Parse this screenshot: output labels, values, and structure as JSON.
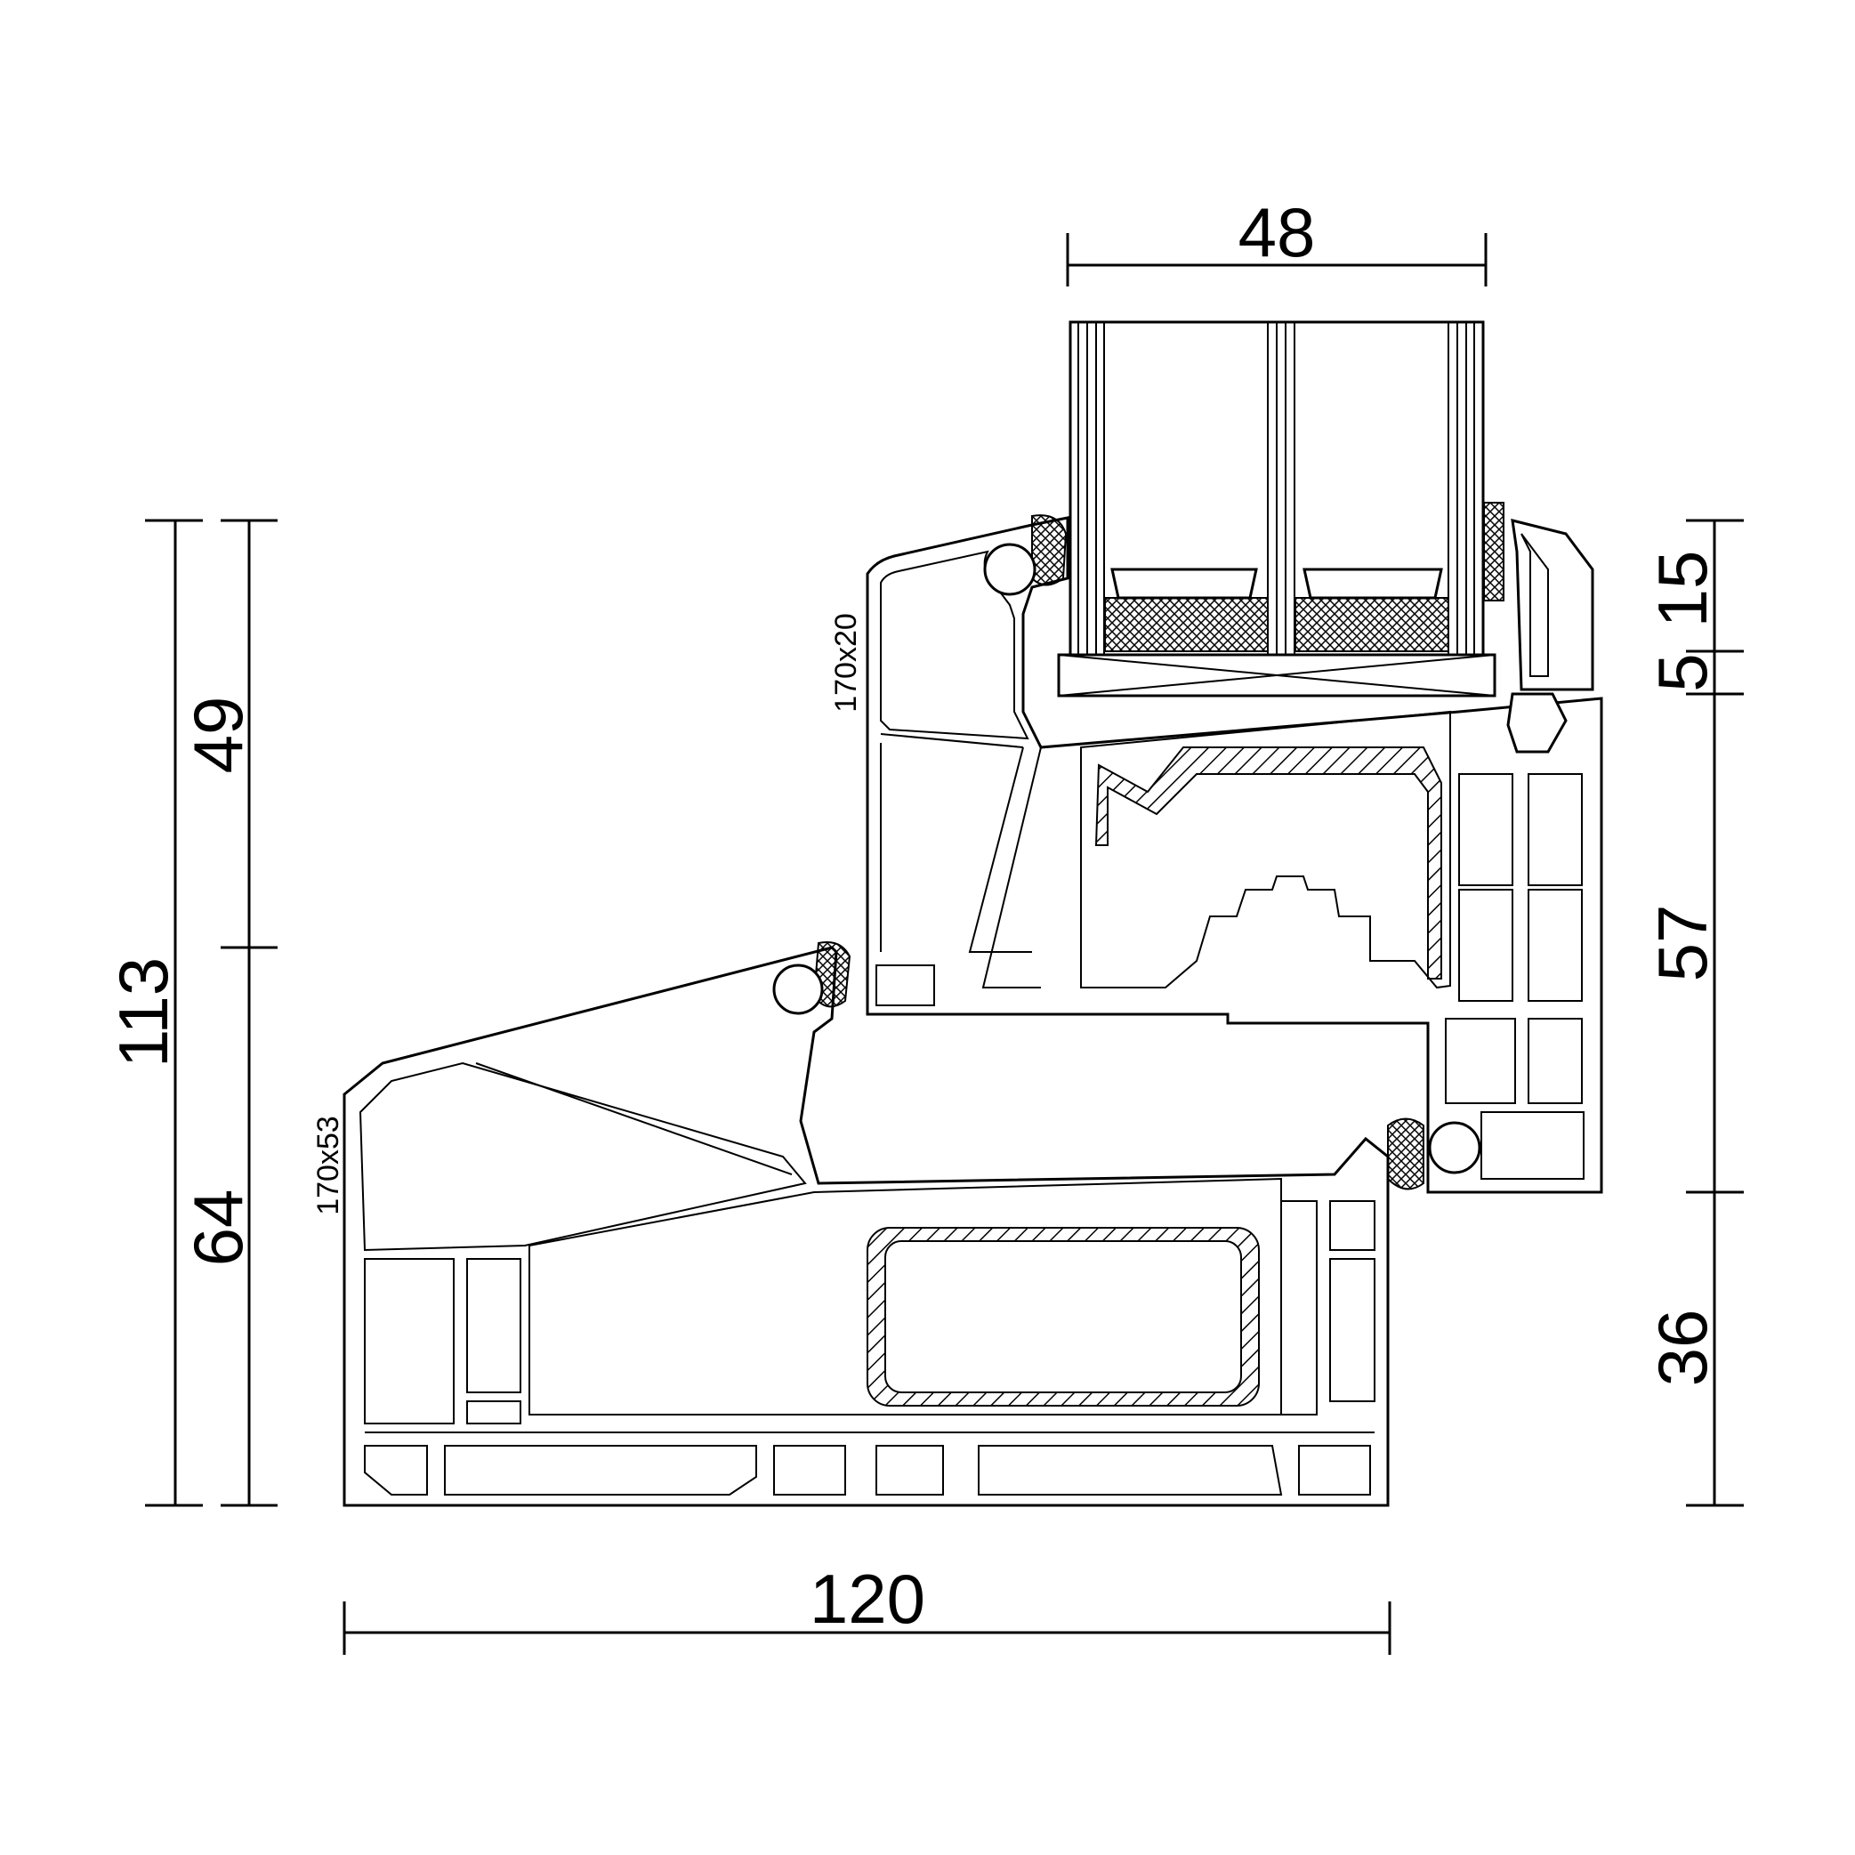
{
  "dimensions": {
    "top_width": "48",
    "bottom_width": "120",
    "left_total": "113",
    "left_upper": "49",
    "left_lower": "64",
    "right_top": "15",
    "right_second": "5",
    "right_middle": "57",
    "right_bottom": "36"
  },
  "labels": {
    "sash_profile": "170x20",
    "frame_profile": "170x53"
  },
  "colors": {
    "line": "#000000",
    "background": "#ffffff"
  }
}
